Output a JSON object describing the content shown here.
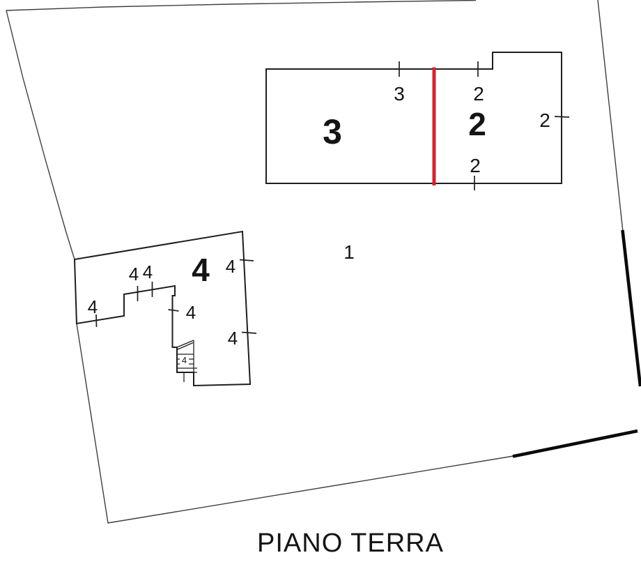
{
  "colors": {
    "red": "#d9232b"
  },
  "caption": "PIANO TERRA",
  "units": {
    "unit3": "3",
    "unit2": "2",
    "unit4": "4",
    "area1": "1"
  },
  "boundary_marks": {
    "b23_top_3": "3",
    "b23_top_2": "2",
    "b23_right_2": "2",
    "b23_bottom_2": "2",
    "b4_west_4": "4",
    "b4_court_a_4": "4",
    "b4_court_b_4": "4",
    "b4_inner_4": "4",
    "b4_east_upper_4": "4",
    "b4_east_lower_4": "4",
    "b4_stairs_4": "4"
  }
}
